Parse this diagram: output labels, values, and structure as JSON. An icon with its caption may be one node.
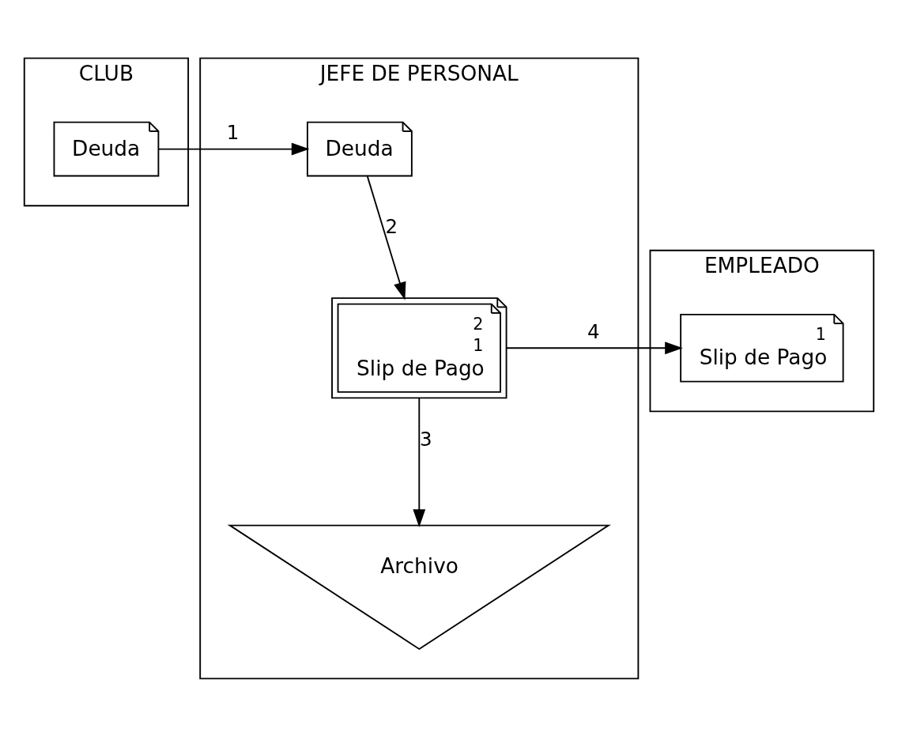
{
  "diagram": {
    "nodes": [
      {
        "text": [
          "CLUB"
        ]
      },
      {
        "text": [
          "Deuda"
        ],
        "in": 0
      },
      {
        "text": [
          "JEFE DE PERSONAL"
        ]
      },
      {
        "text": [
          "Deuda"
        ],
        "in": 2
      },
      {
        "text": [
          "2",
          "1",
          "Slip de Pago"
        ],
        "in": 2
      },
      {
        "text": [
          "Archivo"
        ],
        "in": 2
      },
      {
        "text": [
          "EMPLEADO"
        ]
      },
      {
        "text": [
          "1",
          "Slip de Pago"
        ],
        "in": 6
      }
    ],
    "edges": [
      {
        "from": 1,
        "to": 3,
        "arrow": "to",
        "label": "1"
      },
      {
        "from": 3,
        "to": 4,
        "arrow": "to",
        "label": "2"
      },
      {
        "from": 4,
        "to": 5,
        "arrow": "to",
        "label": "3"
      },
      {
        "from": 4,
        "to": 7,
        "arrow": "to",
        "label": "4"
      }
    ]
  }
}
